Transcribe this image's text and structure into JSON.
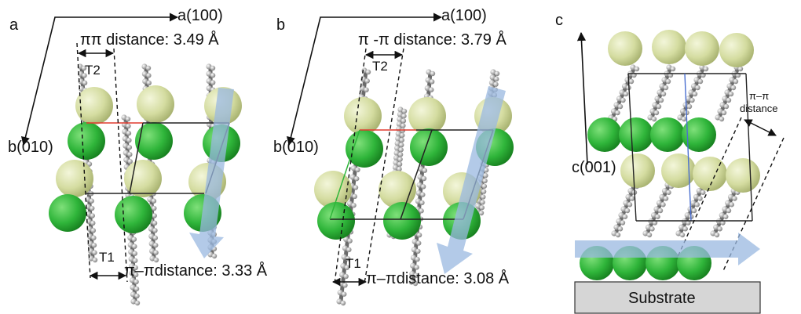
{
  "panels": {
    "a": {
      "letter": "a",
      "axis_a": "a(100)",
      "axis_b": "b(010)",
      "top_distance": "ππ distance: 3.49 Å",
      "bottom_distance": "π–πdistance: 3.33 Å",
      "t2": "T2",
      "t1": "T1"
    },
    "b": {
      "letter": "b",
      "axis_a": "a(100)",
      "axis_b": "b(010)",
      "top_distance": "π -π distance: 3.79 Å",
      "bottom_distance": "π–πdistance: 3.08 Å",
      "t2": "T2",
      "t1": "T1"
    },
    "c": {
      "letter": "c",
      "axis_c": "c(001)",
      "pipi_line1": "π–π",
      "pipi_line2": "distance",
      "substrate": "Substrate"
    }
  },
  "colors": {
    "light_sphere": "#d4dca0",
    "green_sphere": "#2fb53a",
    "arrow": "#9ab8e0",
    "substrate_fill": "#d6d6d6",
    "cell_line": "#222222",
    "cell_red": "#e03a2e"
  }
}
